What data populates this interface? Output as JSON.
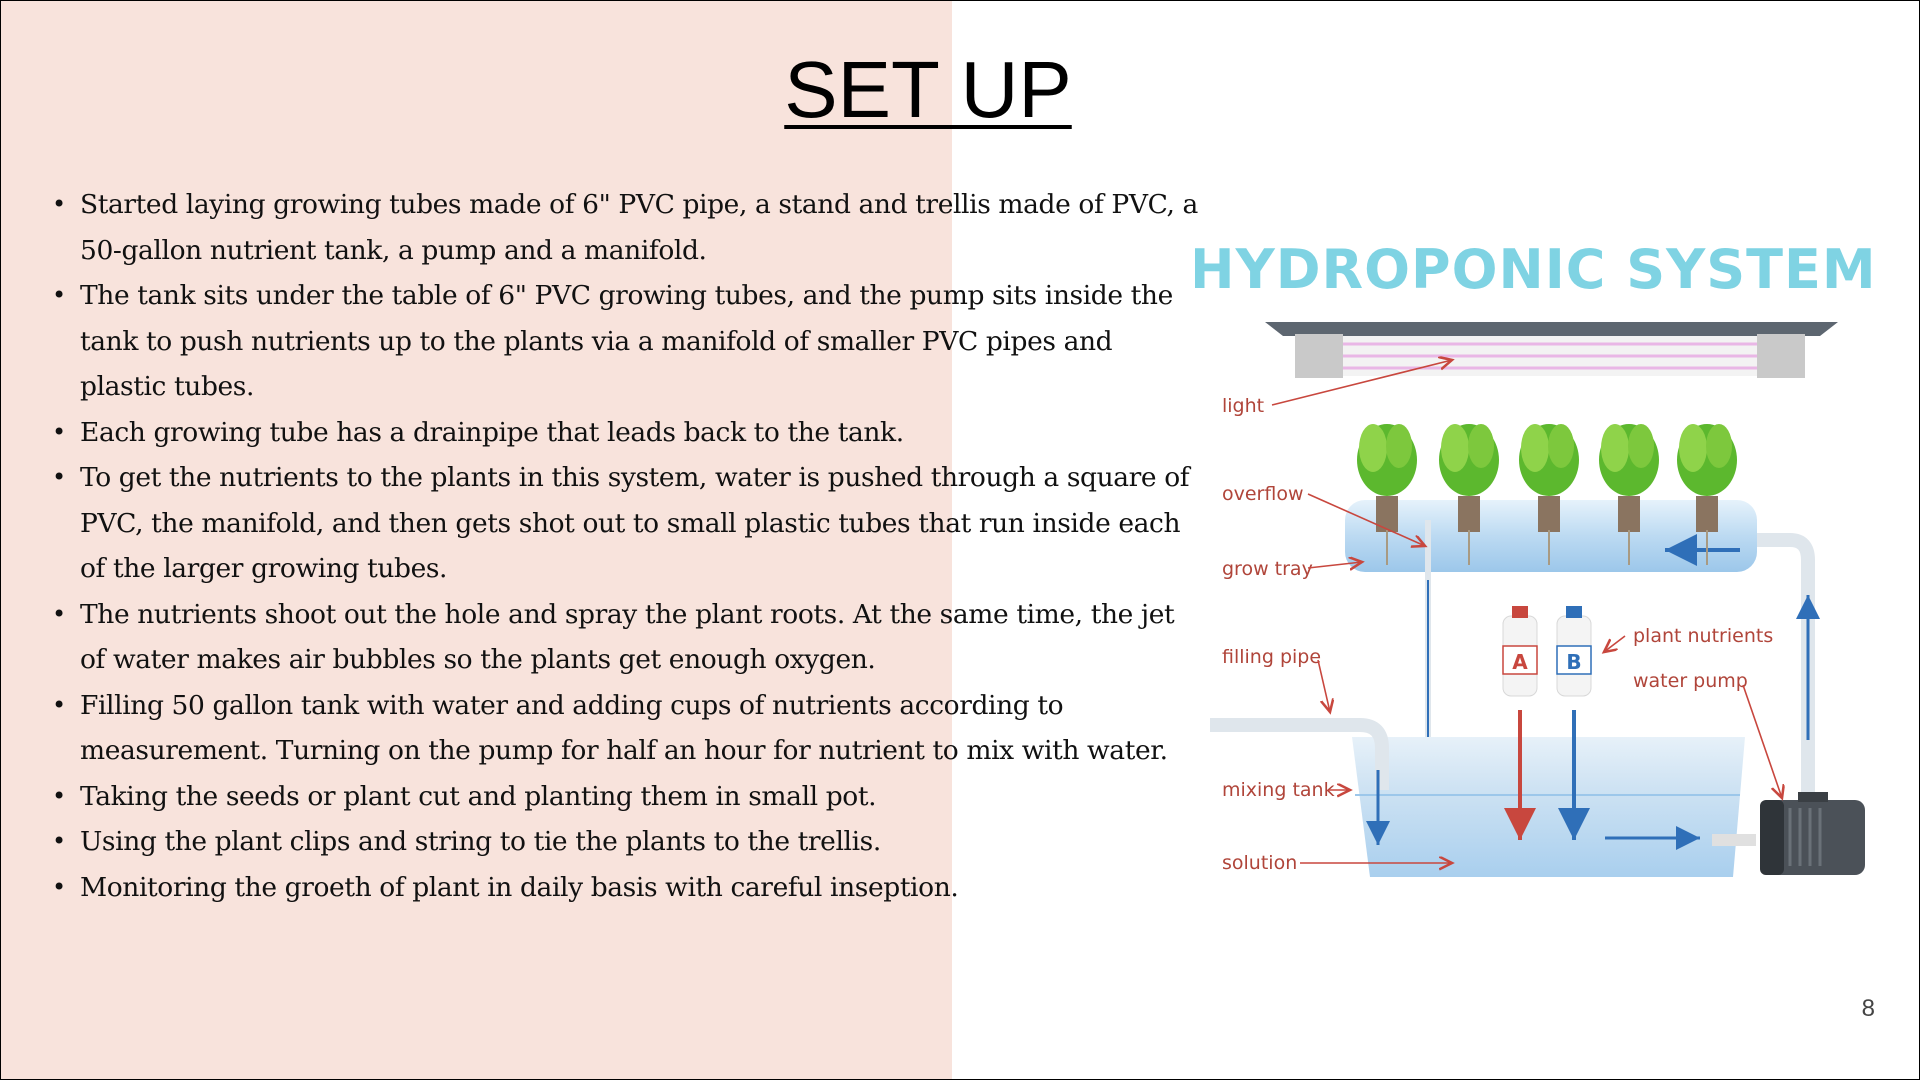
{
  "slide": {
    "title": "SET UP",
    "page_number": "8",
    "bullets": [
      "Started laying growing tubes made of 6\" PVC pipe, a stand and trellis made of PVC, a 50-gallon nutrient tank, a pump and a manifold.",
      "The tank sits under the table of 6\" PVC growing tubes, and the pump sits inside the tank to push nutrients up to the plants via a manifold of smaller PVC pipes and plastic tubes.",
      "Each growing tube has a drainpipe that leads back to the tank.",
      "To get the nutrients to the plants in this system, water is pushed through a square of PVC, the manifold, and then gets shot out to small plastic tubes that run inside each of the larger growing tubes.",
      "The nutrients shoot out the hole and spray the plant roots. At the same time, the jet of water makes air bubbles so the plants get enough oxygen.",
      "Filling 50 gallon tank with water and adding cups of nutrients according to measurement. Turning on the pump for half an hour for nutrient to mix with water.",
      "Taking the seeds or plant cut and planting them in small pot.",
      " Using  the plant clips and string to tie the plants to the trellis.",
      "Monitoring the groeth of plant in daily basis with careful inseption."
    ]
  },
  "diagram": {
    "title": "HYDROPONIC SYSTEM",
    "labels": {
      "light": "light",
      "overflow": "overflow",
      "grow_tray": "grow tray",
      "filling_pipe": "filling pipe",
      "plant_nutrients": "plant nutrients",
      "water_pump": "water pump",
      "mixing_tank": "mixing tank",
      "solution": "solution"
    },
    "bottle_a": "A",
    "bottle_b": "B",
    "colors": {
      "title": "#7fd3e3",
      "label": "#b0453a",
      "water": "#cfe7f7",
      "arrow_blue": "#2f6fb8",
      "arrow_red": "#c8473e"
    }
  }
}
